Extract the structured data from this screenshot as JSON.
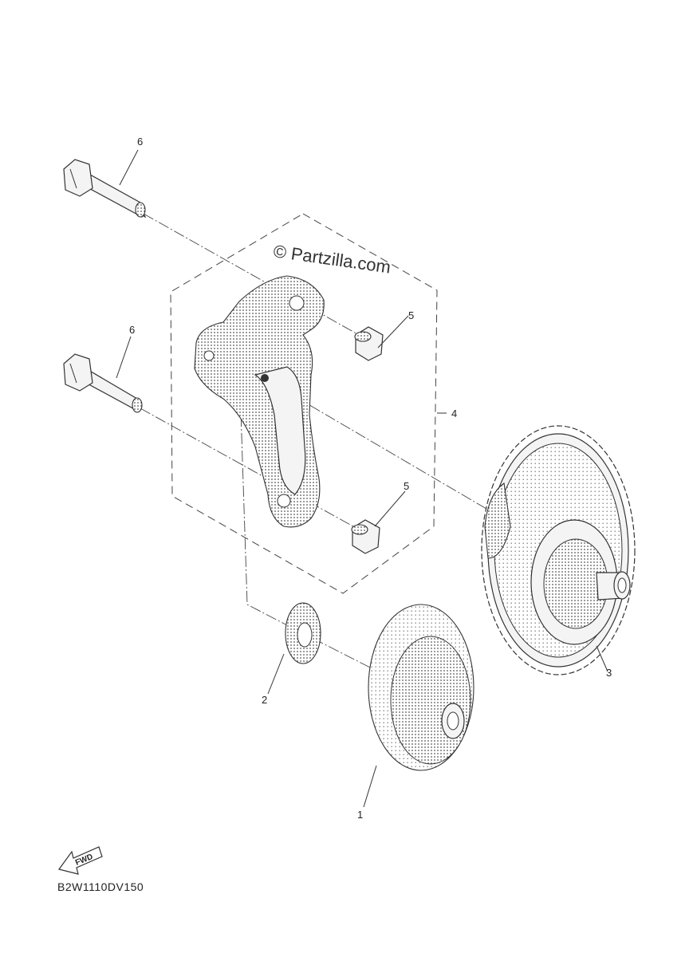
{
  "watermark": "© Partzilla.com",
  "diagram_code": "B2W1110DV150",
  "fwd_label": "FWD",
  "callouts": {
    "c1": "1",
    "c2": "2",
    "c3": "3",
    "c4": "4",
    "c5_top": "5",
    "c5_bottom": "5",
    "c6_top": "6",
    "c6_bottom": "6"
  },
  "parts": [
    {
      "ref": "1",
      "name": "gear-small"
    },
    {
      "ref": "2",
      "name": "washer"
    },
    {
      "ref": "3",
      "name": "gear-large"
    },
    {
      "ref": "4",
      "name": "bracket-assembly"
    },
    {
      "ref": "5",
      "name": "collar"
    },
    {
      "ref": "6",
      "name": "bolt"
    }
  ]
}
